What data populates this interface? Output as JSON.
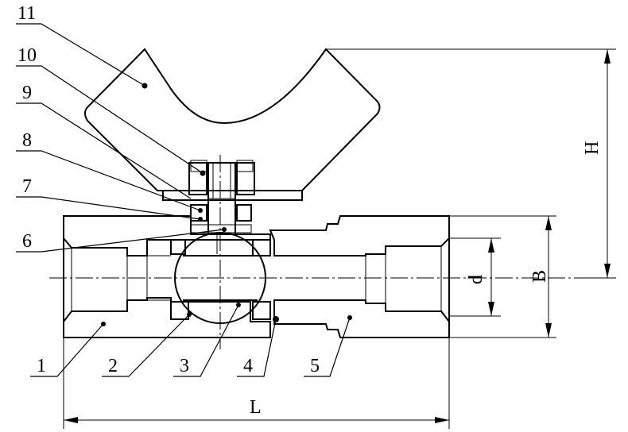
{
  "diagram": {
    "part_numbers": [
      "1",
      "2",
      "3",
      "4",
      "5",
      "6",
      "7",
      "8",
      "9",
      "10",
      "11"
    ],
    "dimensions": {
      "length": "L",
      "height": "H",
      "body_width": "B",
      "bore": "d"
    }
  }
}
